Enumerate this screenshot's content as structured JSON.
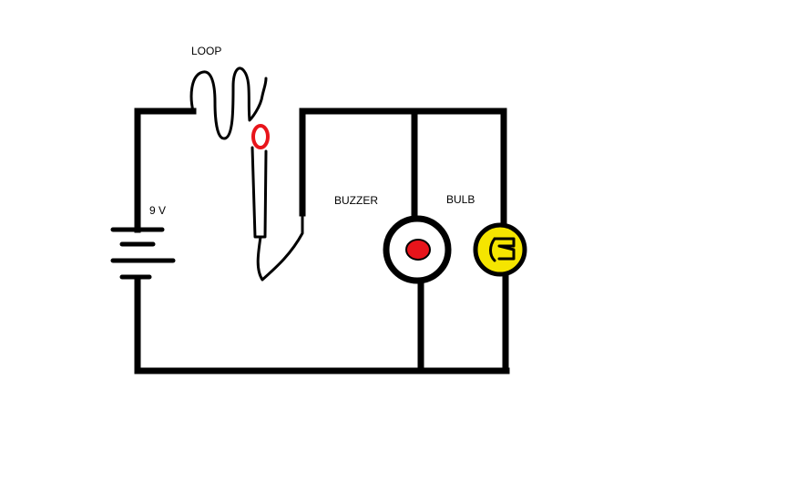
{
  "labels": {
    "loop": "LOOP",
    "battery": "9 V",
    "buzzer": "BUZZER",
    "bulb": "BULB"
  },
  "colors": {
    "wire": "#000000",
    "ring": "#e8141b",
    "buzzer_button": "#e8141b",
    "bulb_fill": "#f5e500",
    "background": "#ffffff"
  }
}
